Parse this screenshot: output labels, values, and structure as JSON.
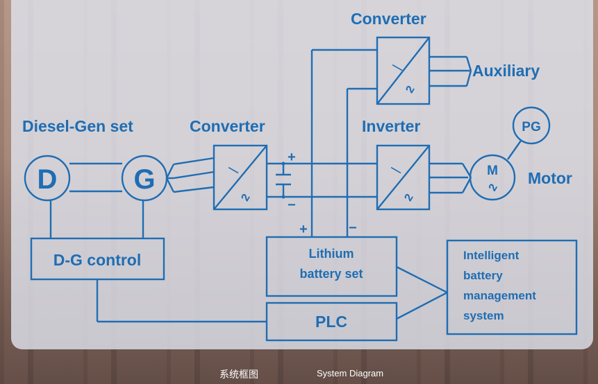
{
  "diagram": {
    "converter_top_label": "Converter",
    "auxiliary_label": "Auxiliary",
    "diesel_gen_label": "Diesel-Gen set",
    "converter_label": "Converter",
    "inverter_label": "Inverter",
    "pg_label": "PG",
    "d_label": "D",
    "g_label": "G",
    "m_label": "M",
    "motor_label": "Motor",
    "dg_control_label": "D-G control",
    "battery_line1": "Lithium",
    "battery_line2": "battery set",
    "bms_line1": "Intelligent",
    "bms_line2": "battery",
    "bms_line3": "management",
    "bms_line4": "system",
    "plc_label": "PLC",
    "plus_sign": "+",
    "minus_sign": "−",
    "conv_in_mark": "—",
    "conv_out_mark": "∼",
    "colors": {
      "line": "#1f6db3",
      "panel": "#dee2ec"
    }
  },
  "footer": {
    "caption_zh": "系统框图",
    "caption_en": "System Diagram"
  }
}
